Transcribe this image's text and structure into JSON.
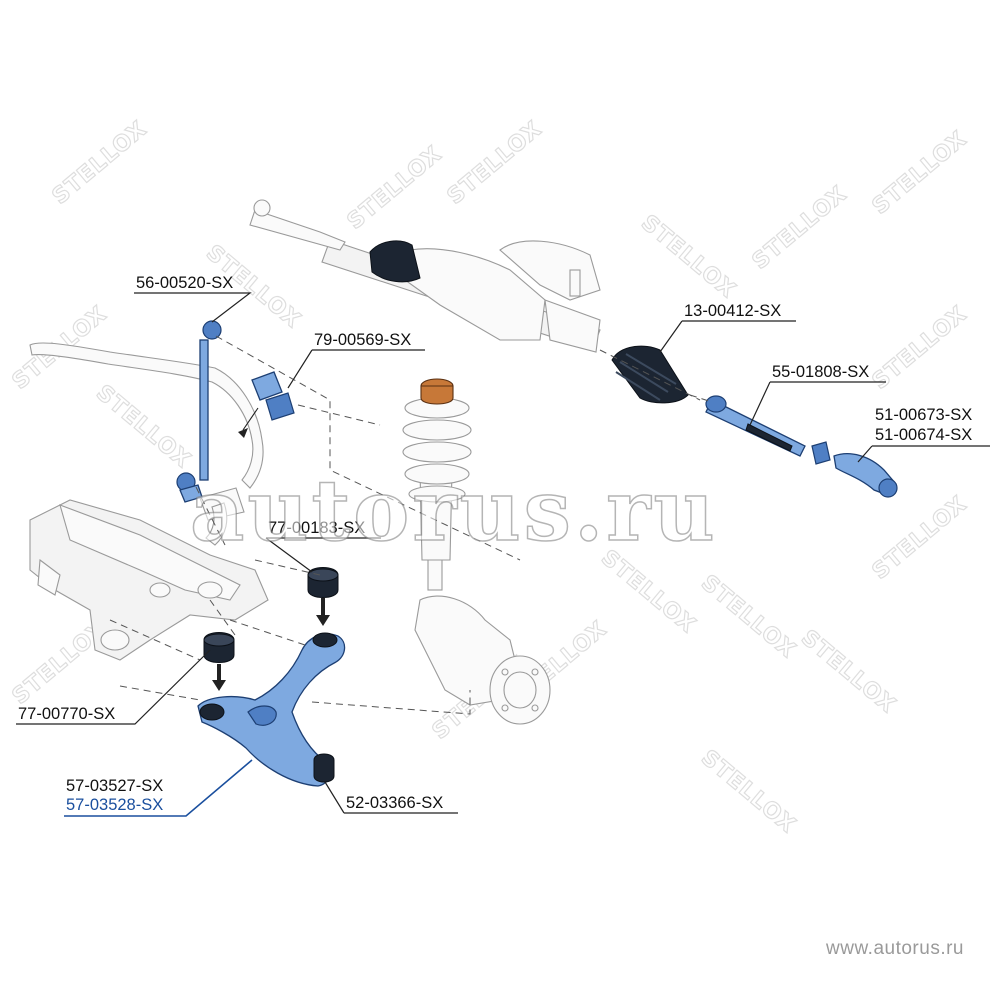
{
  "watermarks": {
    "brand": "STELLOX",
    "site": "autorus.ru"
  },
  "footer": {
    "url": "www.autorus.ru"
  },
  "colors": {
    "part_fill": "#7ea9e0",
    "part_outline": "#1d3f73",
    "highlight_label": "#1a4f9e",
    "label": "#111111"
  },
  "parts": [
    {
      "id": "56-00520-SX",
      "label": "56-00520-SX"
    },
    {
      "id": "79-00569-SX",
      "label": "79-00569-SX"
    },
    {
      "id": "13-00412-SX",
      "label": "13-00412-SX"
    },
    {
      "id": "55-01808-SX",
      "label": "55-01808-SX"
    },
    {
      "id": "51-00673-SX",
      "label": "51-00673-SX"
    },
    {
      "id": "51-00674-SX",
      "label": "51-00674-SX"
    },
    {
      "id": "77-00183-SX",
      "label": "77-00183-SX"
    },
    {
      "id": "77-00770-SX",
      "label": "77-00770-SX"
    },
    {
      "id": "57-03527-SX",
      "label": "57-03527-SX"
    },
    {
      "id": "57-03528-SX",
      "label": "57-03528-SX",
      "highlighted": true
    },
    {
      "id": "52-03366-SX",
      "label": "52-03366-SX"
    }
  ]
}
